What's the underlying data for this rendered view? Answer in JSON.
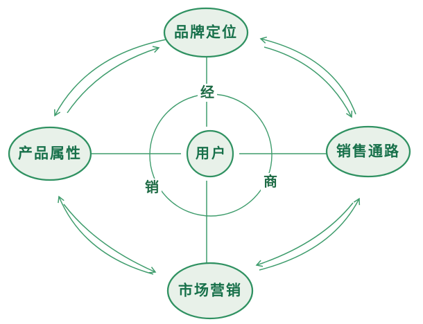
{
  "diagram": {
    "nodes": {
      "top": {
        "label": "品牌定位",
        "position": "top"
      },
      "left": {
        "label": "产品属性",
        "position": "left"
      },
      "right": {
        "label": "销售通路",
        "position": "right"
      },
      "bottom": {
        "label": "市场营销",
        "position": "bottom"
      }
    },
    "center": {
      "label": "用户"
    },
    "ring": {
      "top_char": "经",
      "bottom_left_char": "销",
      "bottom_right_char": "商"
    },
    "connections": [
      {
        "from": "top",
        "to": "left",
        "bidirectional": true,
        "style": "double-curved-arrow"
      },
      {
        "from": "top",
        "to": "right",
        "bidirectional": true,
        "style": "double-curved-arrow"
      },
      {
        "from": "bottom",
        "to": "left",
        "bidirectional": true,
        "style": "double-curved-arrow"
      },
      {
        "from": "bottom",
        "to": "right",
        "bidirectional": true,
        "style": "double-curved-arrow"
      }
    ],
    "colors": {
      "line": "#3E9C6C",
      "node_border": "#2F9161",
      "node_fill": "#E8F1E9",
      "label_text": "#17704A"
    }
  }
}
